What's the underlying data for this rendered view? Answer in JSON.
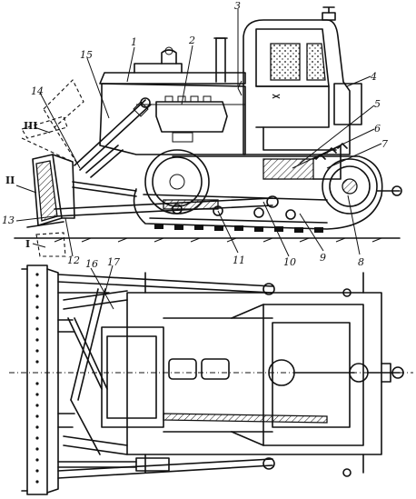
{
  "labels": {
    "side": [
      "1",
      "2",
      "3",
      "4",
      "5",
      "6",
      "7",
      "8",
      "9",
      "10",
      "11",
      "12",
      "13",
      "14",
      "15"
    ],
    "top": [
      "16",
      "17"
    ],
    "blade_positions": [
      "I",
      "II",
      "III"
    ]
  }
}
